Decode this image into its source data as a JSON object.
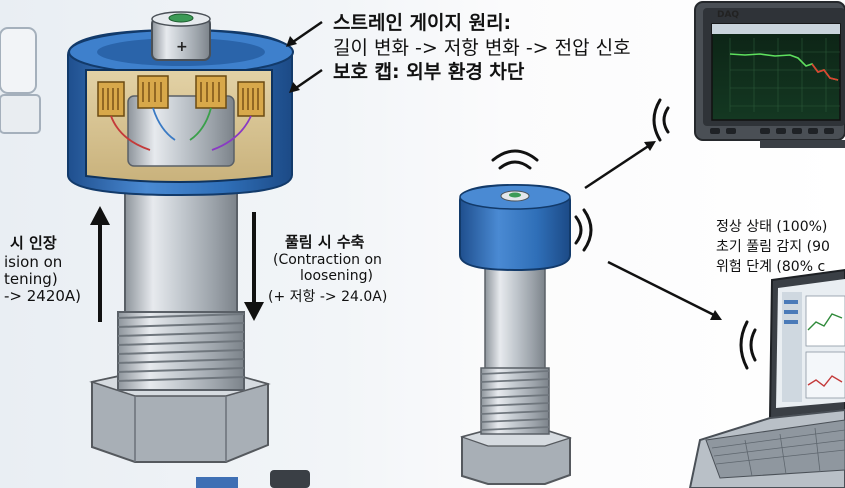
{
  "principle": {
    "title": "스트레인 게이지 원리:",
    "line1": "길이 변화 -> 저항 변화 -> 전압 신호",
    "line2": "보호 캡: 외부 환경 차단"
  },
  "left_annotation": {
    "heading": "시 인장",
    "line1": "ision on",
    "line2": "tening)",
    "line3": "-> 2420A)"
  },
  "right_annotation": {
    "heading": "풀림 시 수축",
    "line1": "(Contraction on",
    "line2": "loosening)",
    "line3": "(+ 저항 -> 24.0A)"
  },
  "status": {
    "normal": "정상 상태 (100%)",
    "early": "초기 풀림 감지 (90",
    "danger": "위험 단계 (80% c"
  },
  "daq_label": "DAQ",
  "colors": {
    "cap_blue": "#2f6fb8",
    "steel": "#c3c9cf",
    "dark_frame": "#3a3f45",
    "plot_bg": "#0f2a18",
    "plot_line": "#5ee05e",
    "plot_alert": "#e04030"
  }
}
